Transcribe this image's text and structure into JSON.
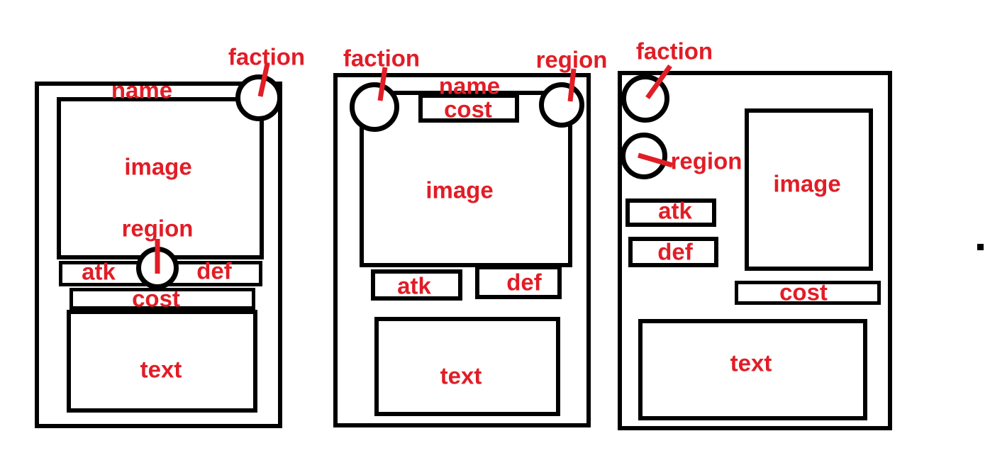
{
  "diagram": {
    "type": "card-layout-wireframes",
    "colors": {
      "annotation_red": "#e11d26",
      "outline_black": "#000000",
      "background": "#ffffff"
    }
  },
  "cards": [
    {
      "id": "card-layout-1",
      "labels": {
        "name": "name",
        "faction": "faction",
        "image": "image",
        "region": "region",
        "atk": "atk",
        "def": "def",
        "cost": "cost",
        "text": "text"
      }
    },
    {
      "id": "card-layout-2",
      "labels": {
        "faction": "faction",
        "region": "region",
        "name": "name",
        "cost": "cost",
        "image": "image",
        "atk": "atk",
        "def": "def",
        "text": "text"
      }
    },
    {
      "id": "card-layout-3",
      "labels": {
        "faction": "faction",
        "region": "region",
        "atk": "atk",
        "def": "def",
        "image": "image",
        "cost": "cost",
        "text": "text"
      }
    }
  ]
}
